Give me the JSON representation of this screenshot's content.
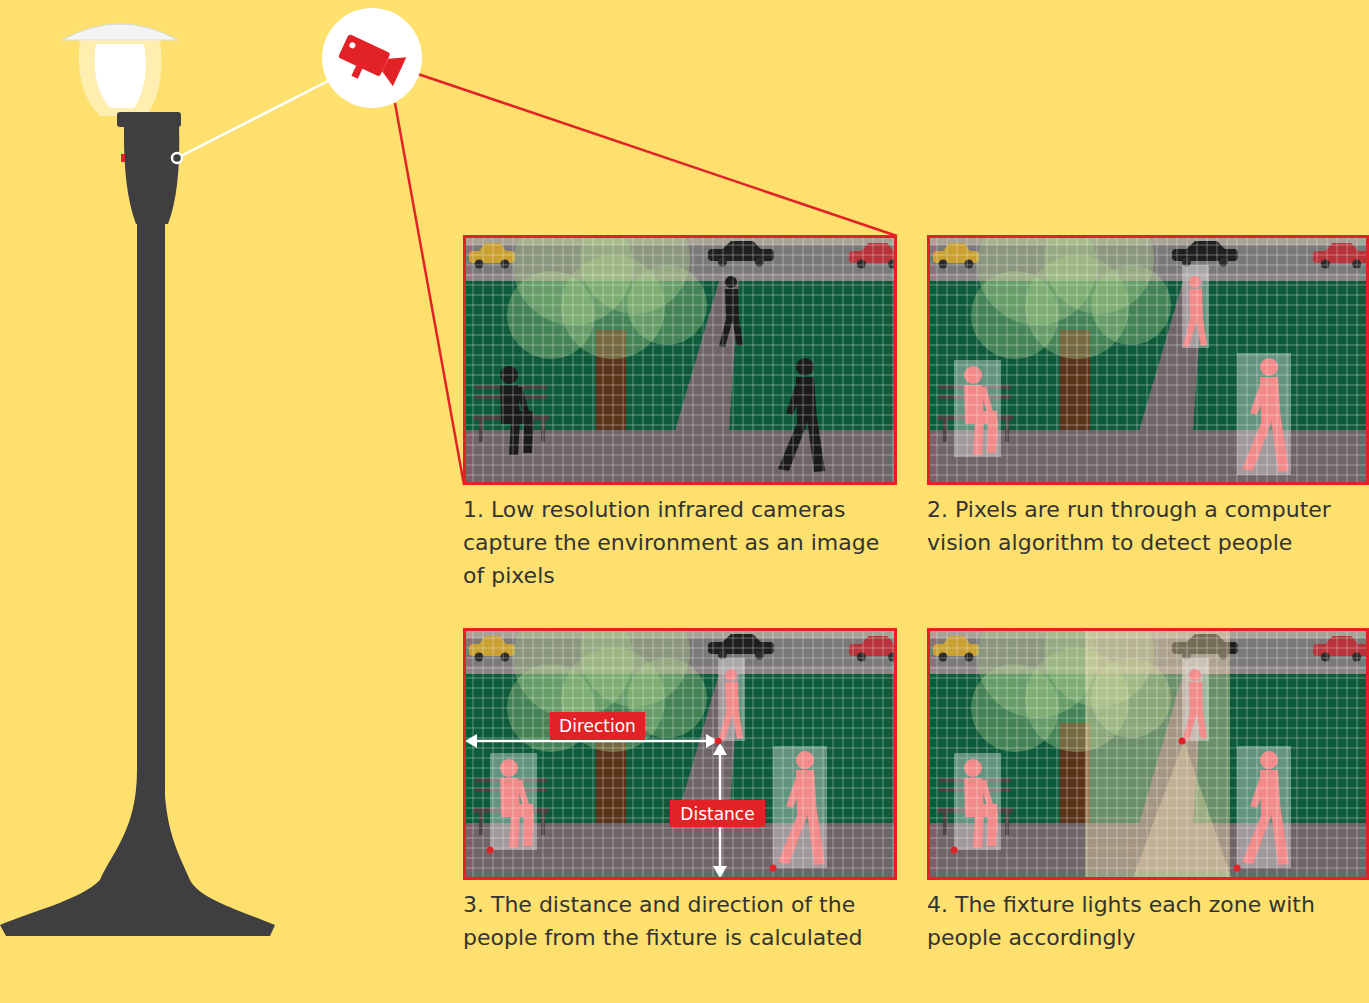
{
  "diagram": {
    "nodes": [
      {
        "text": [
          "1. Low resolution infrared cameras capture the environment as an image of pixels"
        ]
      },
      {
        "text": [
          "2. Pixels are run through a computer vision algorithm to detect people"
        ]
      },
      {
        "text": [
          "3. The distance and direction of the people from the fixture is calculated"
        ]
      },
      {
        "text": [
          "Direction"
        ],
        "in": 2
      },
      {
        "text": [
          "Distance"
        ],
        "in": 2
      },
      {
        "text": [
          "4. The fixture lights each zone with people accordingly"
        ]
      }
    ]
  }
}
